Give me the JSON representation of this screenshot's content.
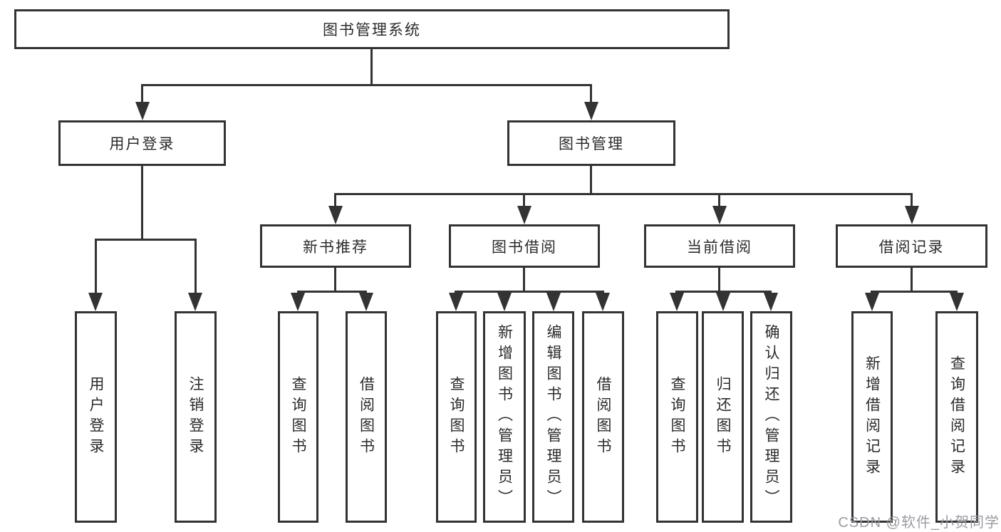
{
  "diagram": {
    "root": {
      "label": "图书管理系统"
    },
    "branches": [
      {
        "label": "用户登录",
        "children": [
          {
            "label": "用户登录"
          },
          {
            "label": "注销登录"
          }
        ]
      },
      {
        "label": "图书管理",
        "children": [
          {
            "label": "新书推荐",
            "children": [
              {
                "label": "查询图书"
              },
              {
                "label": "借阅图书"
              }
            ]
          },
          {
            "label": "图书借阅",
            "children": [
              {
                "label": "查询图书"
              },
              {
                "label": "新增图书（管理员）"
              },
              {
                "label": "编辑图书（管理员）"
              },
              {
                "label": "借阅图书"
              }
            ]
          },
          {
            "label": "当前借阅",
            "children": [
              {
                "label": "查询图书"
              },
              {
                "label": "归还图书"
              },
              {
                "label": "确认归还（管理员）"
              }
            ]
          },
          {
            "label": "借阅记录",
            "children": [
              {
                "label": "新增借阅记录"
              },
              {
                "label": "查询借阅记录"
              }
            ]
          }
        ]
      }
    ]
  },
  "watermark": {
    "text": "CSDN @软件_小贺同学"
  },
  "colors": {
    "line": "#333333",
    "text": "#2b2b2b",
    "background": "#ffffff",
    "watermark": "#9b9ba3"
  }
}
